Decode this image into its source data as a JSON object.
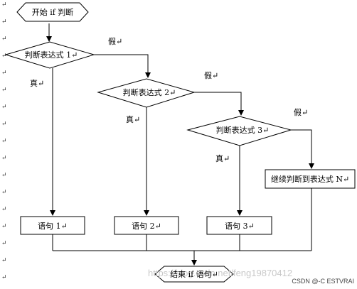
{
  "diagram": {
    "start_label": "开始 if 判断",
    "expr1_label": "判断表达式 1↵",
    "expr2_label": "判断表达式 2↵",
    "expr3_label": "判断表达式 3↵",
    "false1_label": "假↵",
    "false2_label": "假↵",
    "false3_label": "假↵",
    "true1_label": "真↵",
    "true2_label": "真↵",
    "true3_label": "真↵",
    "continue_label": "继续判断到表达式 N↵",
    "stmt1_label": "语句 1↵",
    "stmt2_label": "语句 2↵",
    "stmt3_label": "语句 3↵",
    "end_label": "结束 if 语句↵",
    "paragraph_mark": "↵"
  },
  "watermark": {
    "url_text": "https://blog.csdn.net/feng19870412",
    "credit_text": "CSDN @-C ESTVRAI"
  },
  "colors": {
    "stroke": "#000000",
    "background": "#ffffff",
    "watermark": "#c9c9c9"
  }
}
